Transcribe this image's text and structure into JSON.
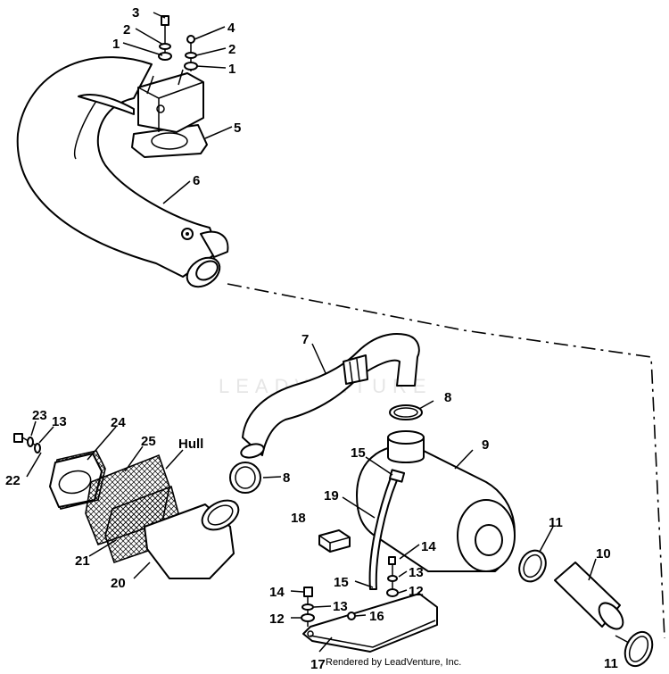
{
  "callouts": {
    "c3": "3",
    "c2a": "2",
    "c1a": "1",
    "c4": "4",
    "c2b": "2",
    "c1b": "1",
    "c5": "5",
    "c6": "6",
    "c7": "7",
    "c8a": "8",
    "c9": "9",
    "c15a": "15",
    "c19": "19",
    "c18": "18",
    "c11a": "11",
    "c14a": "14",
    "c13a": "13",
    "c12a": "12",
    "c15b": "15",
    "c10": "10",
    "c14b": "14",
    "c13b": "13",
    "c12b": "12",
    "c16": "16",
    "c17": "17",
    "c11b": "11",
    "c23": "23",
    "c13c": "13",
    "c24": "24",
    "c25": "25",
    "hull": "Hull",
    "c22": "22",
    "c8b": "8",
    "c21": "21",
    "c20": "20"
  },
  "footer": "Rendered by LeadVenture, Inc.",
  "watermark": "LEADVENTURE"
}
